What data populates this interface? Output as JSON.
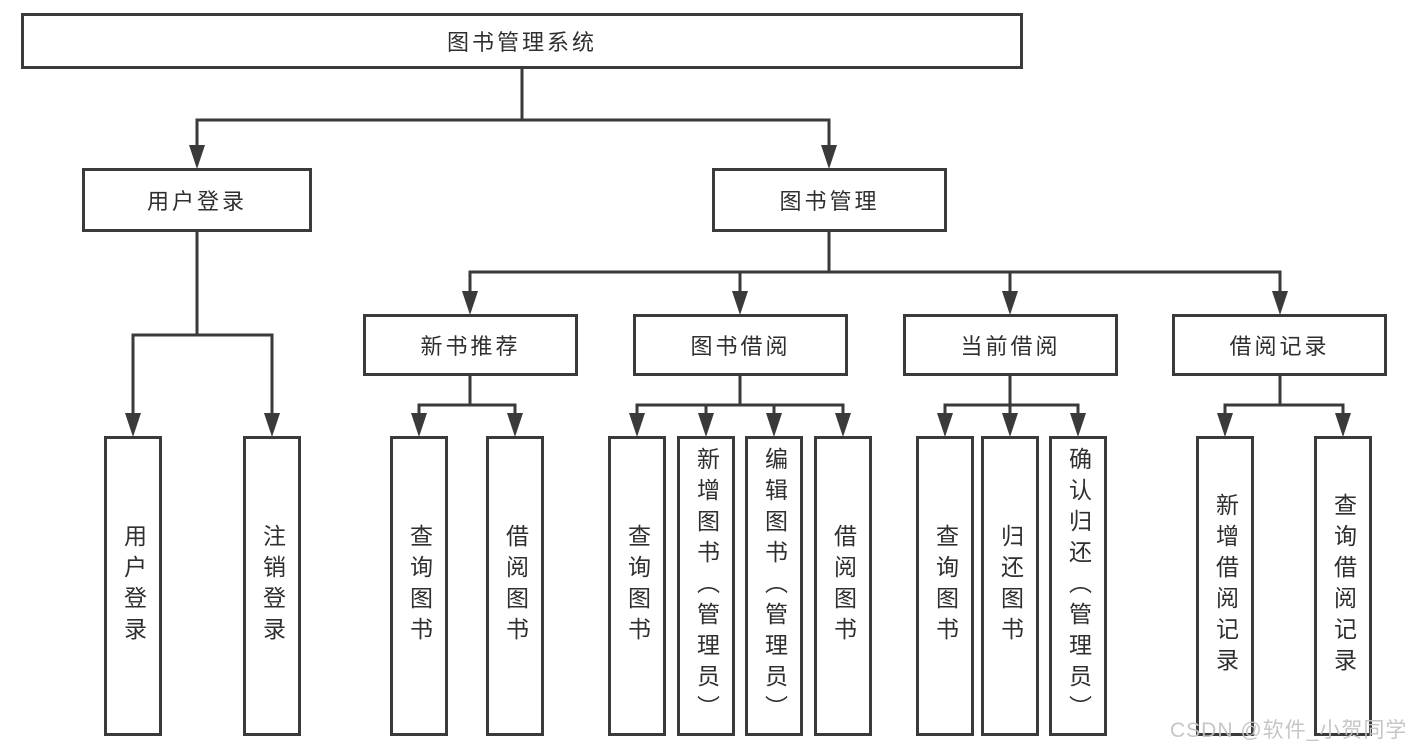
{
  "diagram": {
    "root": {
      "label": "图书管理系统",
      "children": [
        {
          "label": "用户登录",
          "children": [
            {
              "label": "用户登录"
            },
            {
              "label": "注销登录"
            }
          ]
        },
        {
          "label": "图书管理",
          "children": [
            {
              "label": "新书推荐",
              "children": [
                {
                  "label": "查询图书"
                },
                {
                  "label": "借阅图书"
                }
              ]
            },
            {
              "label": "图书借阅",
              "children": [
                {
                  "label": "查询图书"
                },
                {
                  "label": "新增图书（管理员）"
                },
                {
                  "label": "编辑图书（管理员）"
                },
                {
                  "label": "借阅图书"
                }
              ]
            },
            {
              "label": "当前借阅",
              "children": [
                {
                  "label": "查询图书"
                },
                {
                  "label": "归还图书"
                },
                {
                  "label": "确认归还（管理员）"
                }
              ]
            },
            {
              "label": "借阅记录",
              "children": [
                {
                  "label": "新增借阅记录"
                },
                {
                  "label": "查询借阅记录"
                }
              ]
            }
          ]
        }
      ]
    }
  },
  "watermark": {
    "text": "CSDN @软件_小贺同学"
  },
  "colors": {
    "line": "#3a3a3a",
    "text": "#2f2f2f",
    "background": "#ffffff",
    "watermark": "#c3c3c3"
  }
}
